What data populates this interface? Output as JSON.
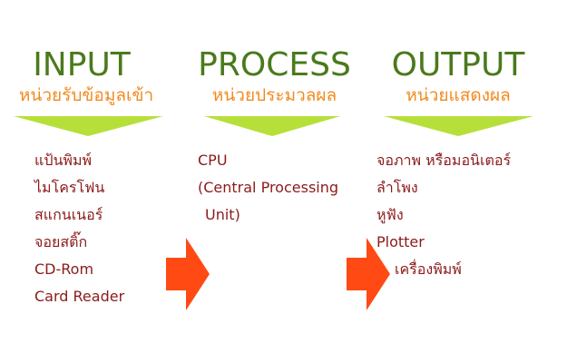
{
  "colors": {
    "title": "#4a7a1c",
    "subtitle": "#f28a1e",
    "chevron": "#b7df3a",
    "item": "#8b1a1a",
    "divider": "#f07a2a",
    "arrow": "#ff4a14"
  },
  "columns": [
    {
      "title": "INPUT",
      "subtitle": "หน่วยรับข้อมูลเข้า",
      "items": [
        "แป้นพิมพ์",
        "ไมโครโฟน",
        "สแกนเนอร์",
        "จอยสติ๊ก",
        "CD-Rom",
        "Card Reader"
      ]
    },
    {
      "title": "PROCESS",
      "subtitle": "หน่วยประมวลผล",
      "items": [
        "CPU",
        "(Central Processing",
        "Unit)"
      ]
    },
    {
      "title": "OUTPUT",
      "subtitle": "หน่วยแสดงผล",
      "items": [
        "จอภาพ หรือมอนิเตอร์",
        "ลำโพง",
        "หูฟัง",
        "Plotter",
        "เครื่องพิมพ์"
      ]
    }
  ]
}
